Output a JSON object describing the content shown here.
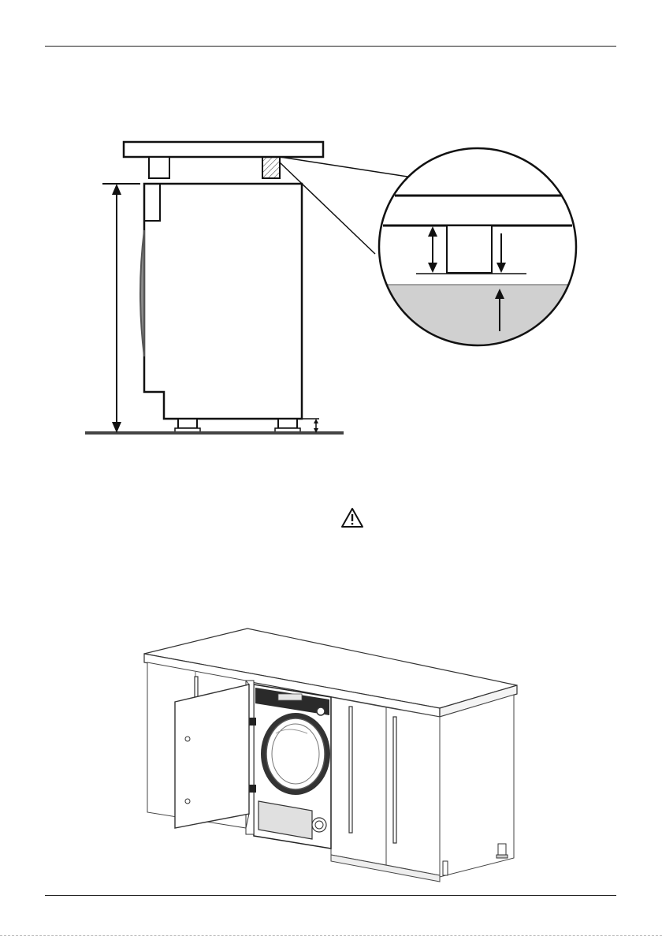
{
  "page": {
    "header_rule": "",
    "footer_rule": ""
  },
  "figures": {
    "side_view": {
      "icon": "dryer-installation-side-view"
    },
    "detail_circle": {
      "icon": "clearance-detail-magnified"
    },
    "warning": {
      "icon": "warning-triangle-icon"
    },
    "cabinet_view": {
      "icon": "built-in-dryer-in-cabinet-illustration"
    }
  },
  "colors": {
    "line": "#1a1a1a",
    "floor_fill": "#d0d0d0",
    "hatch": "#777777",
    "door_shade": "#8a8a8a"
  }
}
